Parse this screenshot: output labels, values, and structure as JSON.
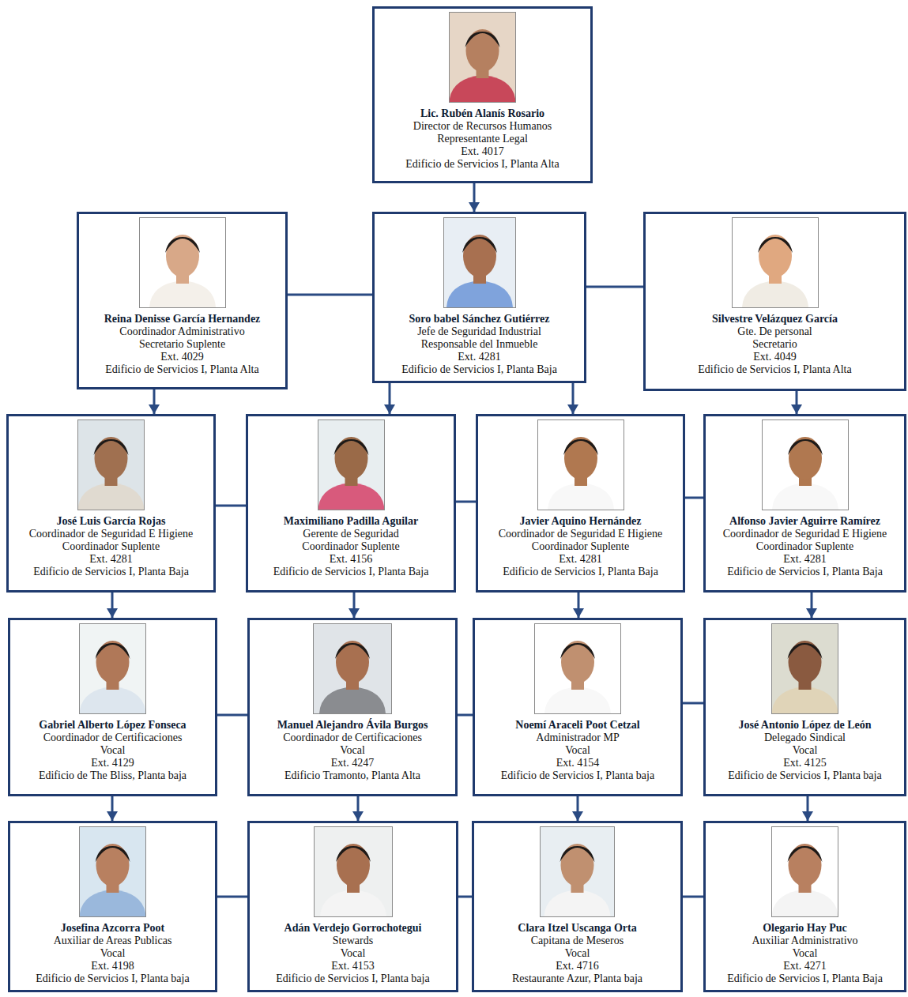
{
  "diagram": {
    "nodes": [
      {
        "text": [
          "Lic. Rubén Alanís Rosario",
          "Director de Recursos Humanos",
          "Representante Legal",
          "Ext. 4017",
          "Edificio de Servicios I, Planta Alta"
        ]
      },
      {
        "text": [
          "Reina Denisse García Hernandez",
          "Coordinador Administrativo",
          "Secretario Suplente",
          "Ext. 4029",
          "Edificio de Servicios I, Planta Alta"
        ]
      },
      {
        "text": [
          "Soro babel Sánchez Gutiérrez",
          "Jefe de Seguridad Industrial",
          "Responsable del Inmueble",
          "Ext. 4281",
          "Edificio de Servicios I, Planta Baja"
        ]
      },
      {
        "text": [
          "Silvestre Velázquez García",
          "Gte. De personal",
          "Secretario",
          "Ext. 4049",
          "Edificio de Servicios I, Planta Alta"
        ]
      },
      {
        "text": [
          "José Luis García Rojas",
          "Coordinador de Seguridad E Higiene",
          "Coordinador Suplente",
          "Ext. 4281",
          "Edificio de Servicios I, Planta Baja"
        ]
      },
      {
        "text": [
          "Maximiliano Padilla Aguilar",
          "Gerente de Seguridad",
          "Coordinador Suplente",
          "Ext. 4156",
          "Edificio de Servicios I, Planta Baja"
        ]
      },
      {
        "text": [
          "Javier Aquino Hernández",
          "Coordinador de Seguridad E Higiene",
          "Coordinador Suplente",
          "Ext. 4281",
          "Edificio de Servicios I, Planta Baja"
        ]
      },
      {
        "text": [
          "Alfonso Javier Aguirre Ramírez",
          "Coordinador de Seguridad E Higiene",
          "Coordinador Suplente",
          "Ext. 4281",
          "Edificio de Servicios I, Planta Baja"
        ]
      },
      {
        "text": [
          "Gabriel Alberto López Fonseca",
          "Coordinador de Certificaciones",
          "Vocal",
          "Ext. 4129",
          "Edificio de The Bliss, Planta baja"
        ]
      },
      {
        "text": [
          "Manuel Alejandro Ávila Burgos",
          "Coordinador de Certificaciones",
          "Vocal",
          "Ext. 4247",
          "Edificio Tramonto, Planta Alta"
        ]
      },
      {
        "text": [
          "Noemí Araceli Poot Cetzal",
          "Administrador MP",
          "Vocal",
          "Ext. 4154",
          "Edificio de Servicios I, Planta baja"
        ]
      },
      {
        "text": [
          "José Antonio López de León",
          "Delegado Sindical",
          "Vocal",
          "Ext. 4125",
          "Edificio de Servicios I, Planta baja"
        ]
      },
      {
        "text": [
          "Josefina Azcorra Poot",
          "Auxiliar de Areas Publicas",
          "Vocal",
          "Ext. 4198",
          "Edificio de Servicios I, Planta baja"
        ]
      },
      {
        "text": [
          "Adán Verdejo Gorrochotegui",
          "Stewards",
          "Vocal",
          "Ext. 4153",
          "Edificio de Servicios I, Planta baja"
        ]
      },
      {
        "text": [
          "Clara Itzel Uscanga Orta",
          "Capitana de Meseros",
          "Vocal",
          "Ext. 4716",
          "Restaurante Azur, Planta baja"
        ]
      },
      {
        "text": [
          "Olegario Hay Puc",
          "Auxiliar Administrativo",
          "Vocal",
          "Ext. 4271",
          "Edificio de Servicios I, Planta Baja"
        ]
      }
    ],
    "edges": [
      {
        "from": 0,
        "to": 2,
        "arrow": "to"
      },
      {
        "from": 1,
        "to": 2,
        "arrow": "none"
      },
      {
        "from": 2,
        "to": 3,
        "arrow": "none"
      },
      {
        "from": 1,
        "to": 4,
        "arrow": "to"
      },
      {
        "from": 2,
        "to": 5,
        "arrow": "to"
      },
      {
        "from": 2,
        "to": 6,
        "arrow": "to"
      },
      {
        "from": 3,
        "to": 7,
        "arrow": "to"
      },
      {
        "from": 4,
        "to": 5,
        "arrow": "none"
      },
      {
        "from": 5,
        "to": 6,
        "arrow": "none"
      },
      {
        "from": 6,
        "to": 7,
        "arrow": "none"
      },
      {
        "from": 4,
        "to": 8,
        "arrow": "to"
      },
      {
        "from": 5,
        "to": 9,
        "arrow": "to"
      },
      {
        "from": 6,
        "to": 10,
        "arrow": "to"
      },
      {
        "from": 7,
        "to": 11,
        "arrow": "to"
      },
      {
        "from": 8,
        "to": 9,
        "arrow": "none"
      },
      {
        "from": 9,
        "to": 10,
        "arrow": "none"
      },
      {
        "from": 10,
        "to": 11,
        "arrow": "none"
      },
      {
        "from": 8,
        "to": 12,
        "arrow": "to"
      },
      {
        "from": 9,
        "to": 13,
        "arrow": "to"
      },
      {
        "from": 10,
        "to": 14,
        "arrow": "to"
      },
      {
        "from": 11,
        "to": 15,
        "arrow": "to"
      },
      {
        "from": 12,
        "to": 13,
        "arrow": "none"
      },
      {
        "from": 13,
        "to": 14,
        "arrow": "none"
      },
      {
        "from": 14,
        "to": 15,
        "arrow": "none"
      }
    ]
  }
}
